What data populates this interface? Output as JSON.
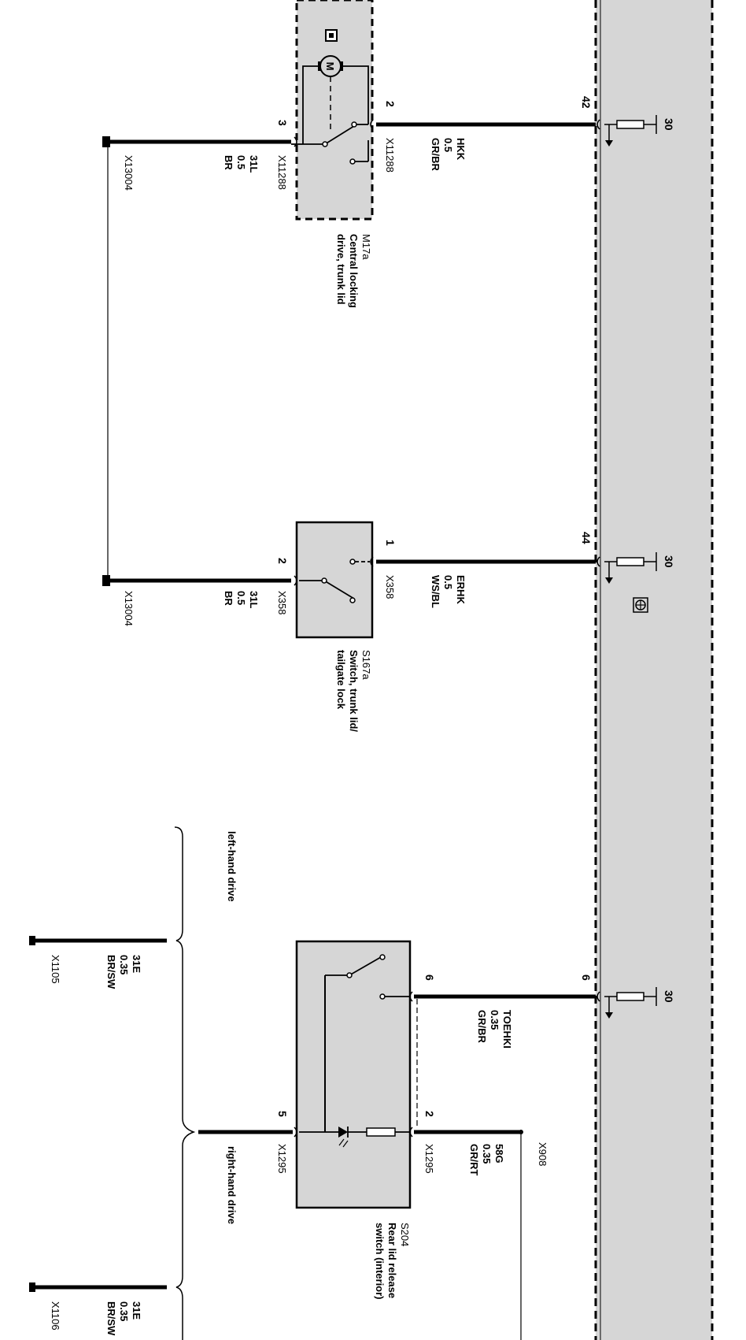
{
  "fuse_label": "30",
  "module_pins": {
    "m17a": "42",
    "s167a": "44",
    "s204": "6"
  },
  "m17a": {
    "code": "M17a",
    "desc_line1": "Central locking",
    "desc_line2": "drive, trunk lid",
    "pin_in": "2",
    "pin_out": "3",
    "connector": "X11288",
    "wire_in_signal": "HKK",
    "wire_in_size": "0.5",
    "wire_in_color": "GR/BR",
    "wire_out_signal": "31L",
    "wire_out_size": "0.5",
    "wire_out_color": "BR",
    "connector_out": "X11288",
    "ground": "X13004"
  },
  "s167a": {
    "code": "S167a",
    "desc_line1": "Switch, trunk lid/",
    "desc_line2": "tailgate lock",
    "pin_in": "1",
    "pin_out": "2",
    "connector": "X358",
    "wire_in_signal": "ERHK",
    "wire_in_size": "0.5",
    "wire_in_color": "WS/BL",
    "wire_out_signal": "31L",
    "wire_out_size": "0.5",
    "wire_out_color": "BR",
    "connector_out": "X358",
    "ground": "X13004"
  },
  "s204": {
    "code": "S204",
    "desc_line1": "Rear lid release",
    "desc_line2": "switch (interior)",
    "pin_in": "6",
    "pin_58g": "2",
    "pin_out": "5",
    "wire_in_signal": "TOEHKI",
    "wire_in_size": "0.35",
    "wire_in_color": "GR/BR",
    "wire_58g_signal": "58G",
    "wire_58g_size": "0.35",
    "wire_58g_color": "GR/RT",
    "connector_58g": "X1295",
    "connector_58g_src": "X908",
    "connector_out": "X1295"
  },
  "lhd": {
    "label": "left-hand drive",
    "signal": "31E",
    "size": "0.35",
    "color": "BR/SW",
    "connector": "X1105"
  },
  "rhd": {
    "label": "right-hand drive",
    "signal": "31E",
    "size": "0.35",
    "color": "BR/SW",
    "connector": "X1106"
  },
  "motor_letter": "M"
}
